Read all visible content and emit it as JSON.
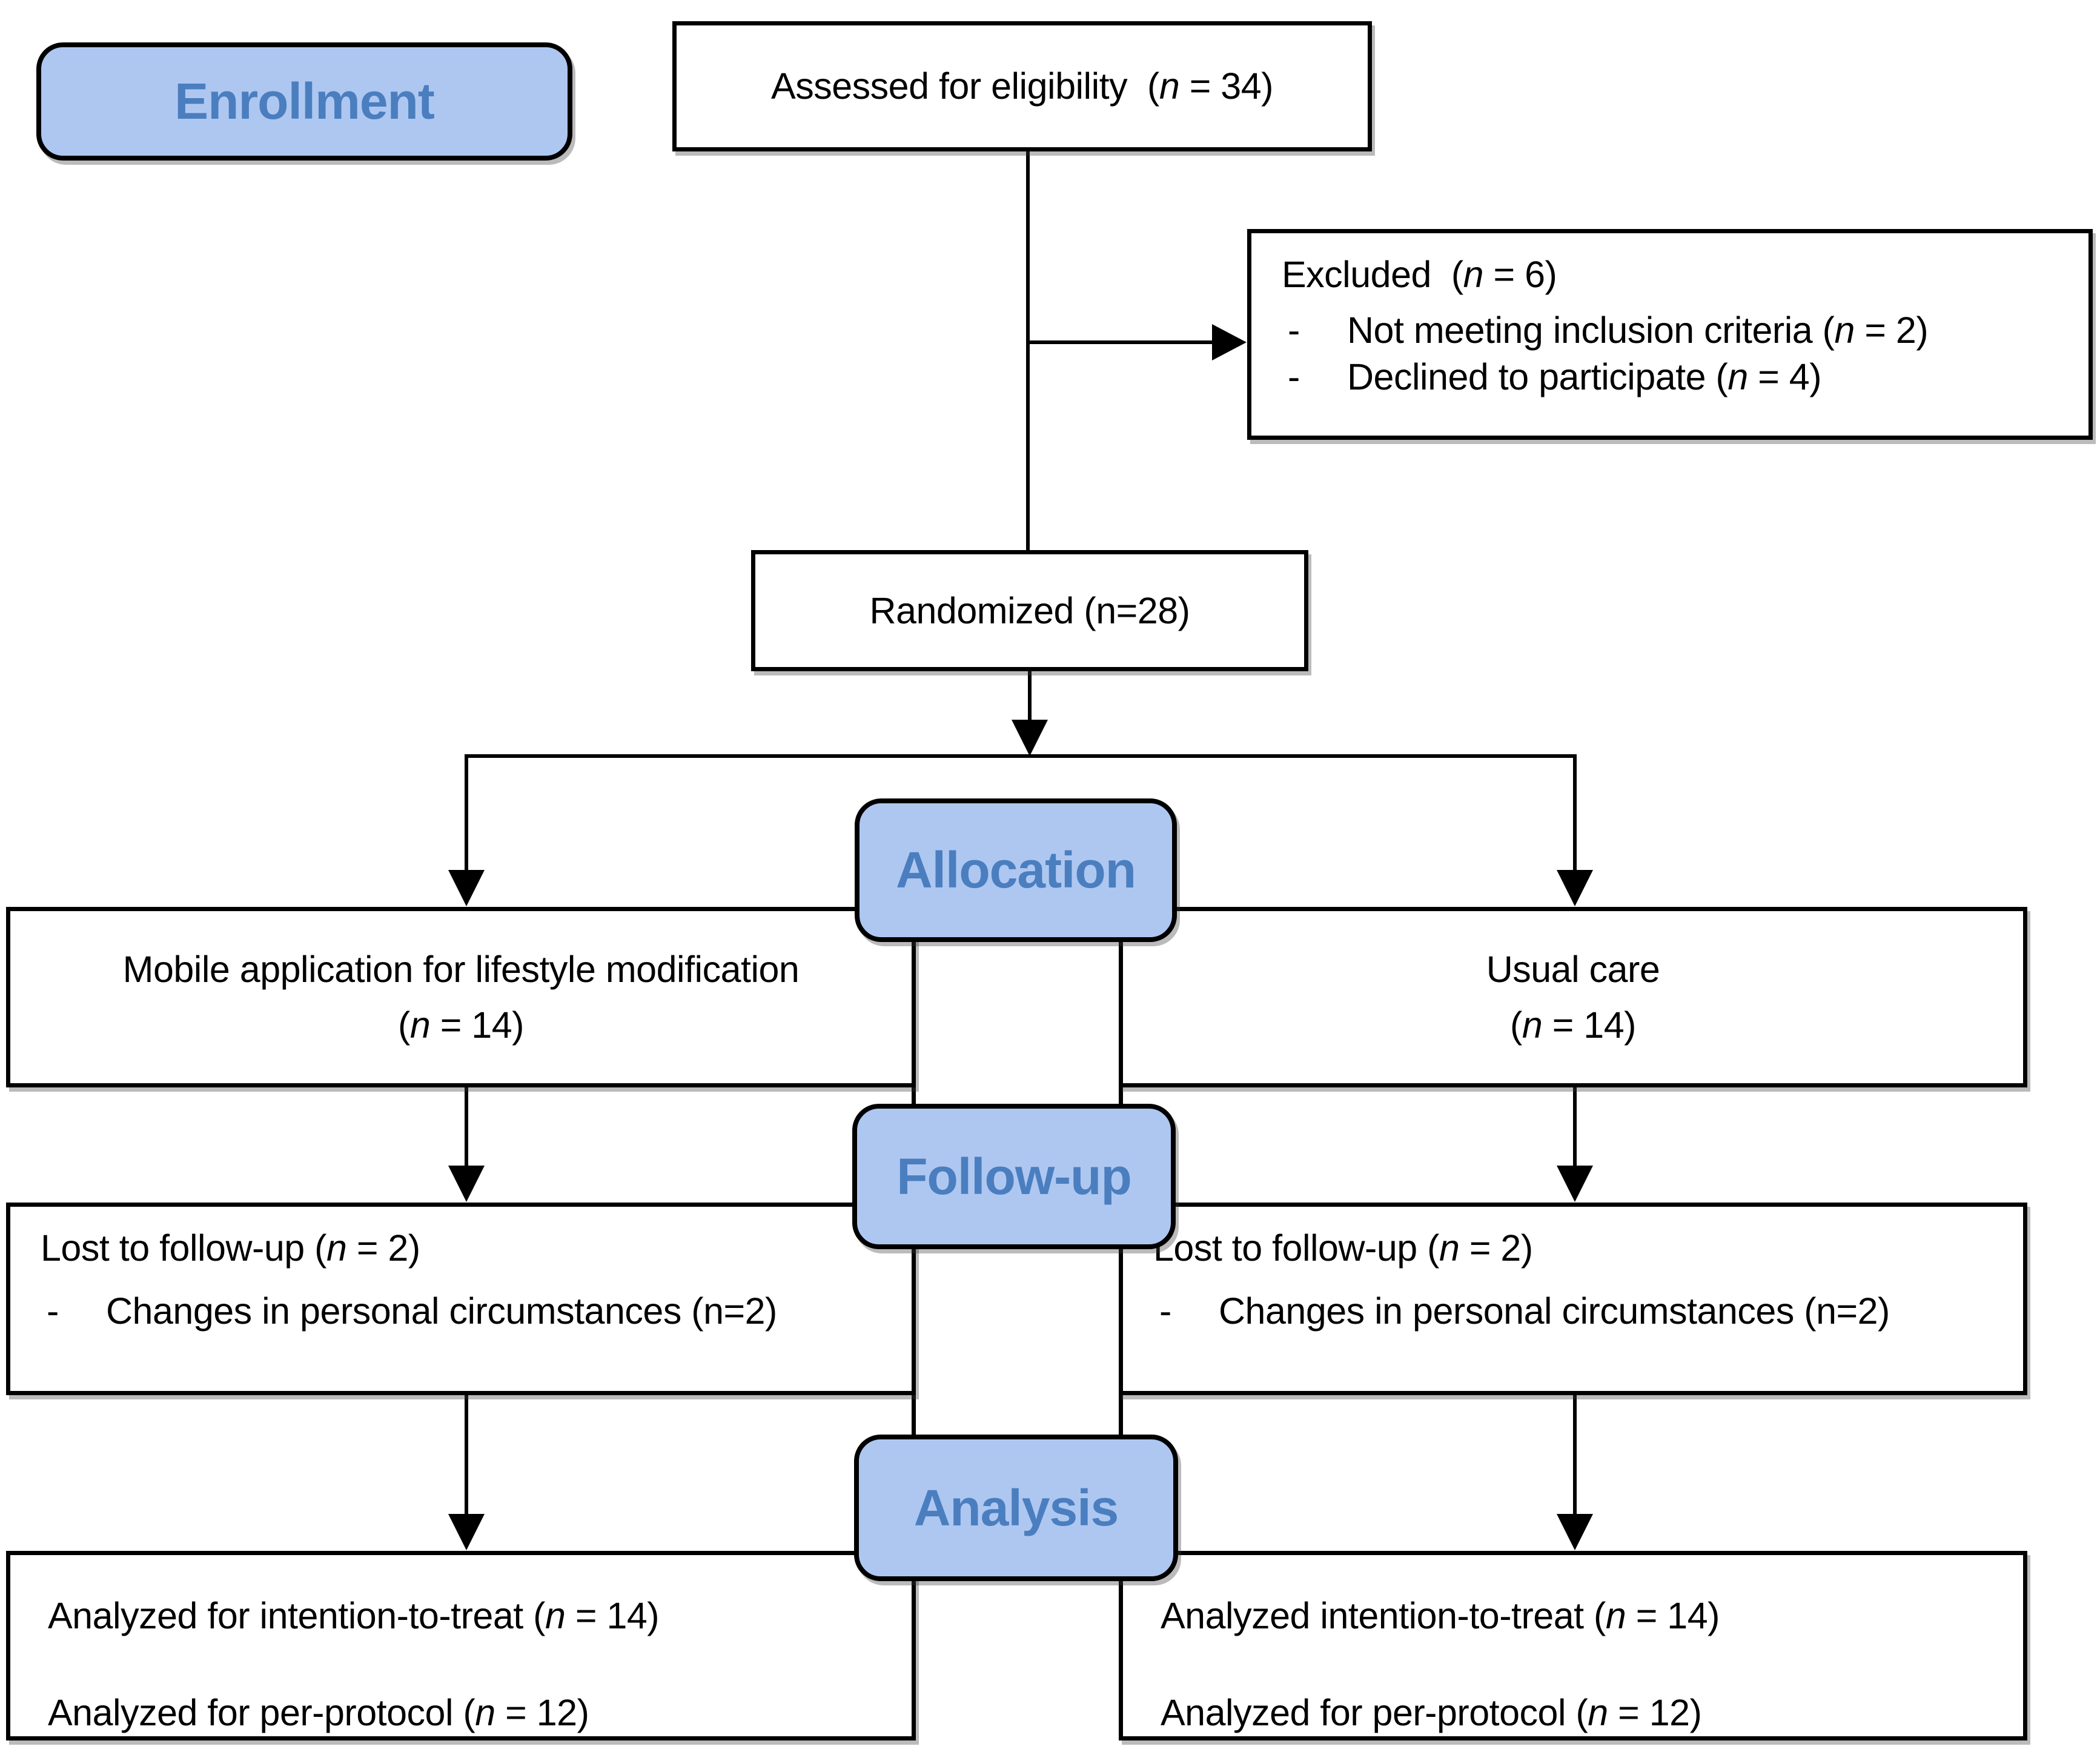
{
  "diagram_type": "CONSORT participant flow diagram",
  "colors": {
    "badge_fill": "#aec7f1",
    "badge_text": "#4a7ebf",
    "box_background": "#ffffff",
    "box_border": "#000000",
    "connector": "#000000"
  },
  "badges": {
    "enrollment": "Enrollment",
    "allocation": "Allocation",
    "follow_up": "Follow-up",
    "analysis": "Analysis"
  },
  "boxes": {
    "assessed": {
      "pre": "Assessed for eligibility  (",
      "n_var": "n",
      "post": " = 34)"
    },
    "excluded": {
      "title_pre": "Excluded  (",
      "n_var": "n",
      "title_post": " = 6)",
      "items": [
        {
          "dash": "-",
          "pre": "Not meeting inclusion criteria (",
          "n_var": "n",
          "post": " = 2)"
        },
        {
          "dash": "-",
          "pre": "Declined to participate (",
          "n_var": "n",
          "post": " = 4)"
        }
      ]
    },
    "randomized": {
      "label": "Randomized (n=28)"
    },
    "allocation_left": {
      "line1": "Mobile application for lifestyle modification",
      "pre": "(",
      "n_var": "n",
      "post": " = 14)"
    },
    "allocation_right": {
      "line1": "Usual care",
      "pre": "(",
      "n_var": "n",
      "post": " = 14)"
    },
    "followup_left": {
      "title_pre": "Lost to follow-up (",
      "n_var": "n",
      "title_post": " = 2)",
      "item_dash": "-",
      "item_text": "Changes in personal circumstances (n=2)"
    },
    "followup_right": {
      "title_pre": "Lost to follow-up (",
      "n_var": "n",
      "title_post": " = 2)",
      "item_dash": "-",
      "item_text": "Changes in personal circumstances (n=2)"
    },
    "analysis_left": {
      "l1_pre": "Analyzed for intention-to-treat (",
      "n1": "n",
      "l1_post": " = 14)",
      "l2_pre": "Analyzed for per-protocol (",
      "n2": "n",
      "l2_post": " = 12)"
    },
    "analysis_right": {
      "l1_pre": "Analyzed intention-to-treat (",
      "n1": "n",
      "l1_post": " = 14)",
      "l2_pre": "Analyzed for per-protocol (",
      "n2": "n",
      "l2_post": " = 12)"
    }
  }
}
